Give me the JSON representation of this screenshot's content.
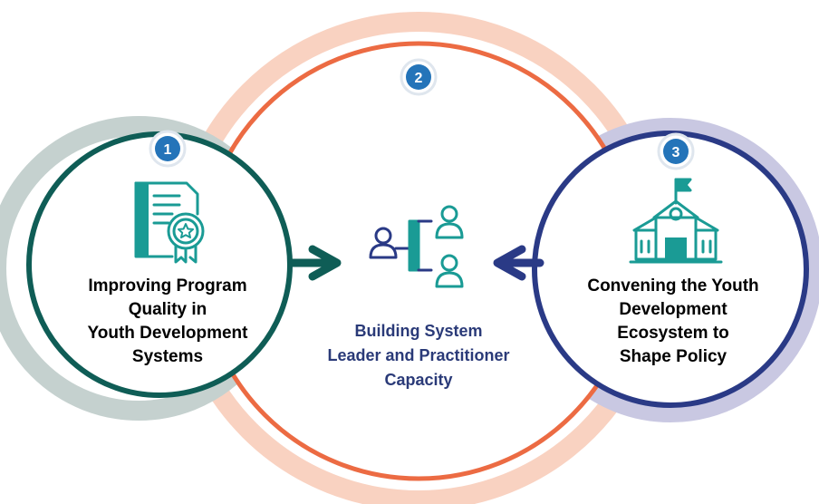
{
  "steps": [
    {
      "number": "1",
      "lines": [
        "Improving Program",
        "Quality in",
        "Youth Development",
        "Systems"
      ],
      "icon": "certificate-icon"
    },
    {
      "number": "2",
      "lines": [
        "Building System",
        "Leader and Practitioner",
        "Capacity"
      ],
      "icon": "team-hierarchy-icon"
    },
    {
      "number": "3",
      "lines": [
        "Convening the Youth",
        "Development",
        "Ecosystem to",
        "Shape Policy"
      ],
      "icon": "school-building-icon"
    }
  ],
  "colors": {
    "teal": "#0f5d56",
    "teal_light": "#c5d1cf",
    "orange": "#ec6b43",
    "orange_light": "#f9d2c1",
    "navy": "#2a3a86",
    "navy_light": "#c9c8e2",
    "badge_blue": "#2474b9",
    "icon_teal": "#1a9b95",
    "center_text": "#2a3a78"
  }
}
